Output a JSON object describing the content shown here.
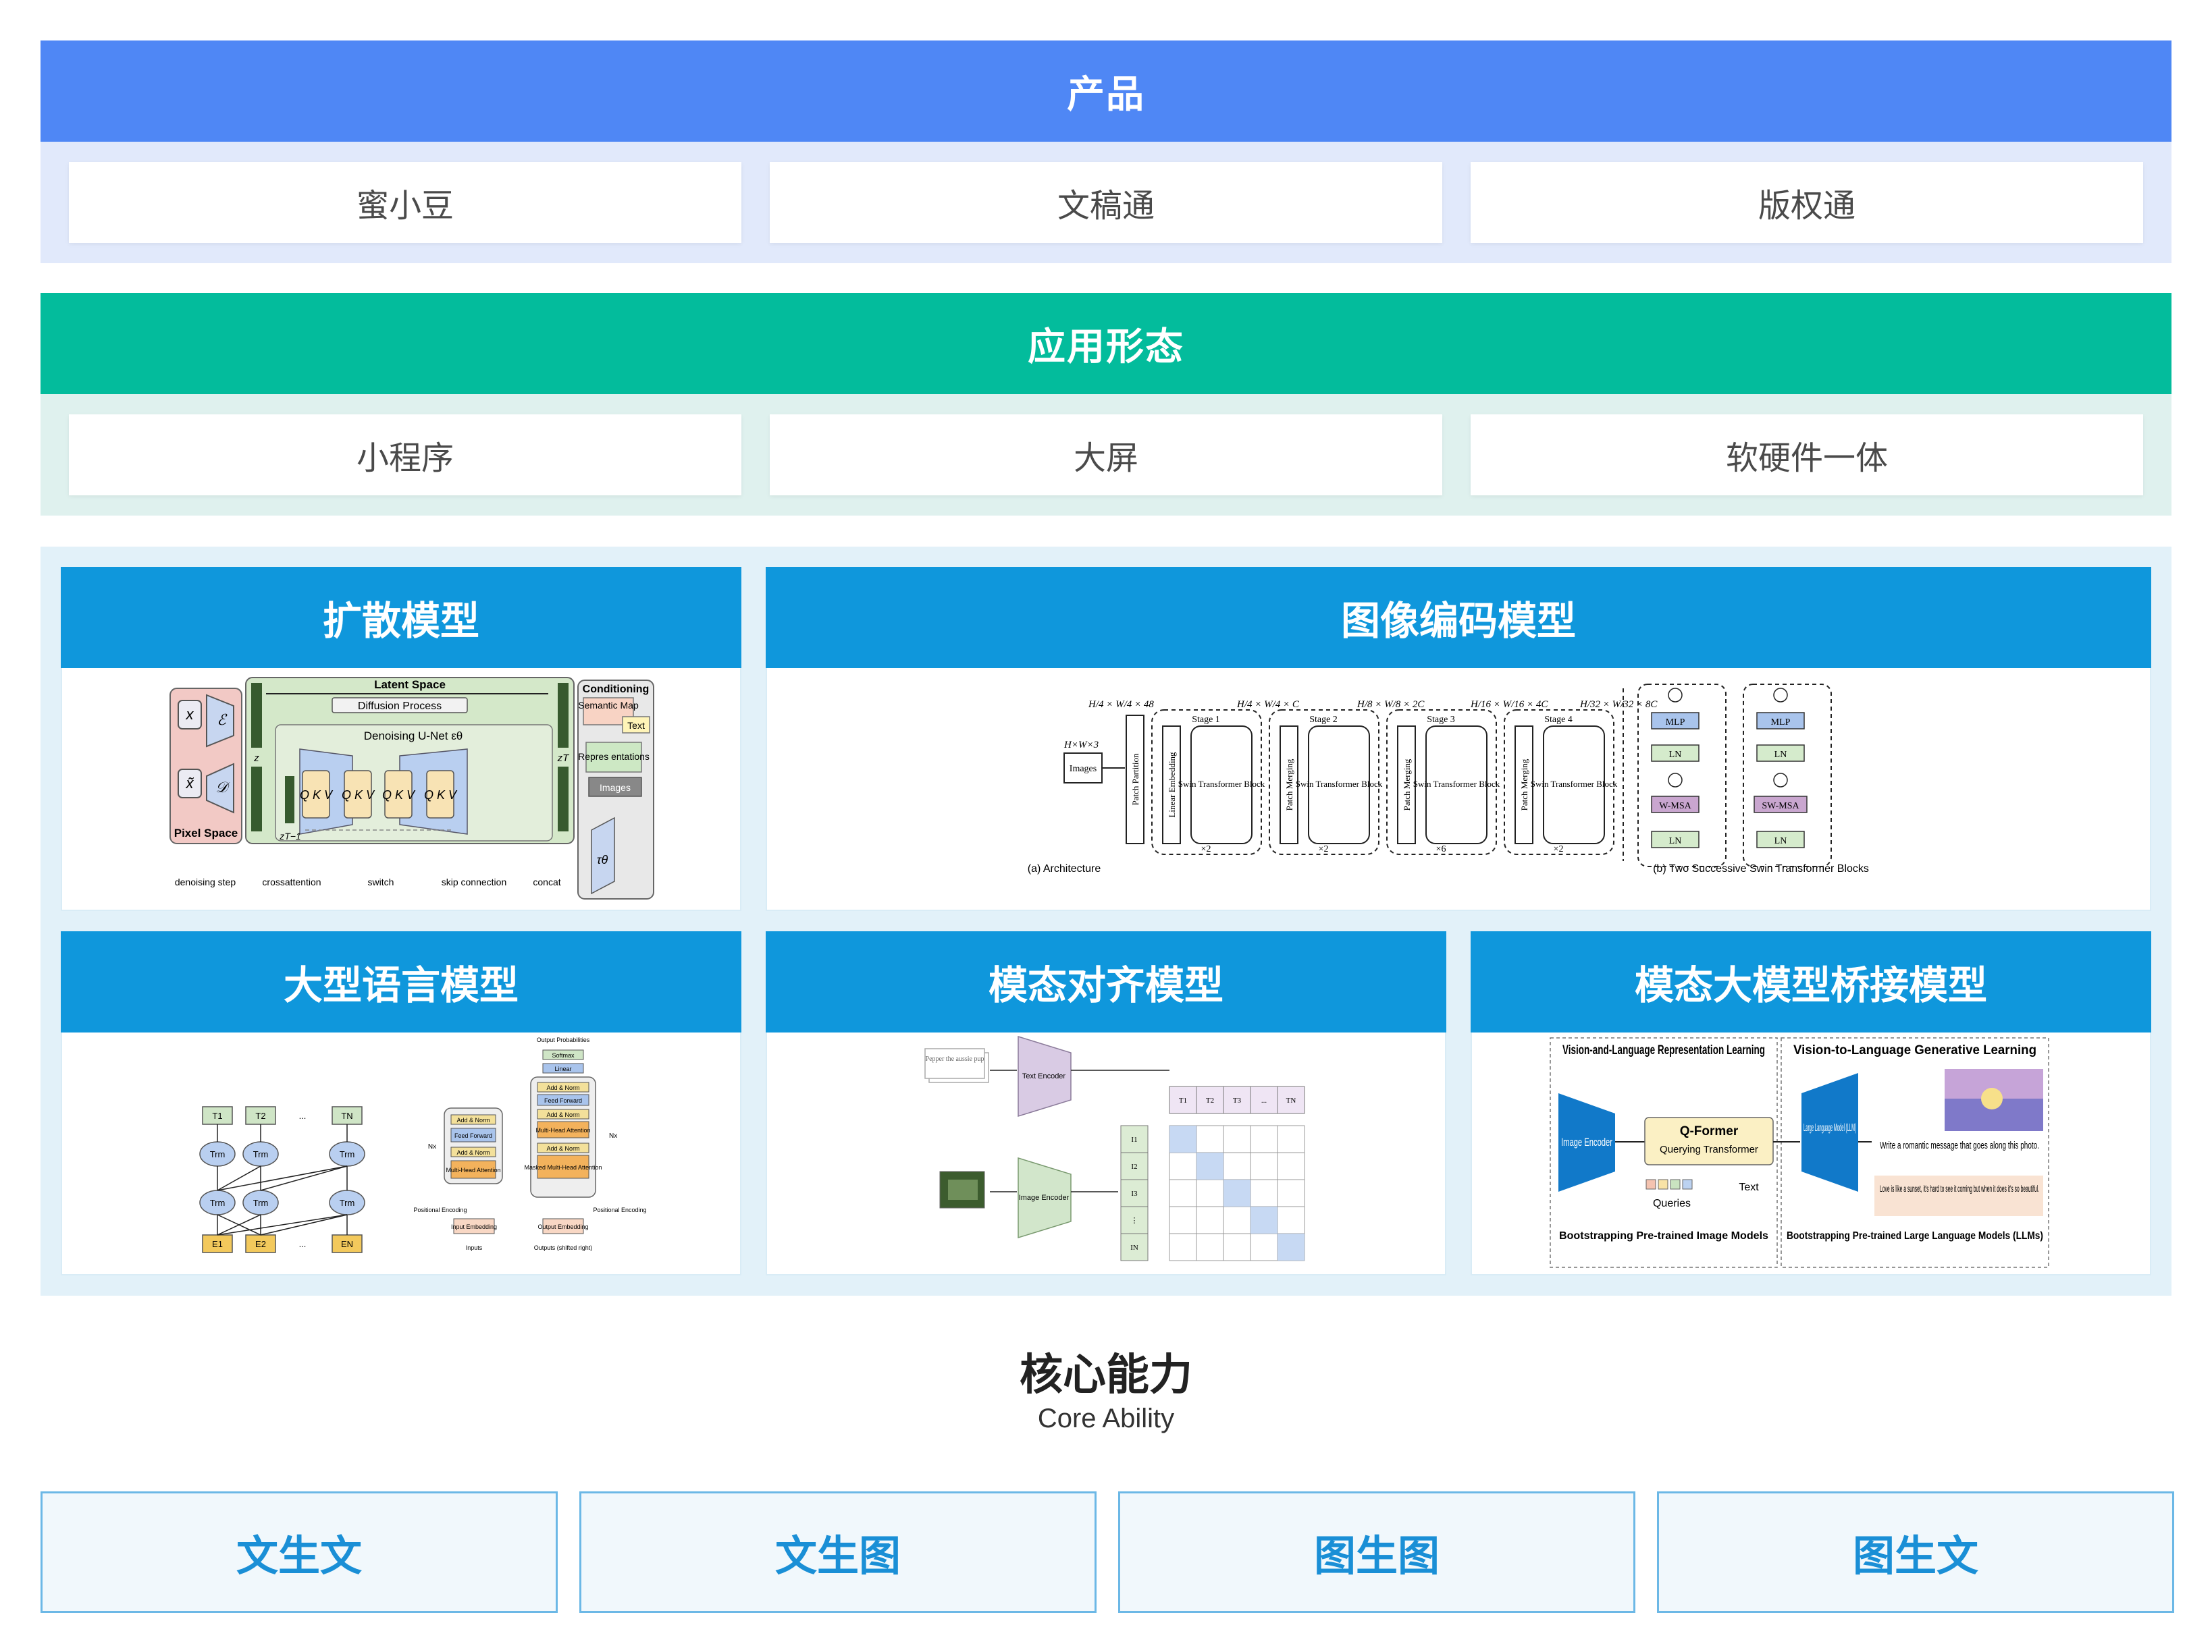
{
  "product": {
    "title": "产品",
    "items": [
      "蜜小豆",
      "文稿通",
      "版权通"
    ]
  },
  "app_forms": {
    "title": "应用形态",
    "items": [
      "小程序",
      "大屏",
      "软硬件一体"
    ]
  },
  "models": [
    {
      "title": "扩散模型"
    },
    {
      "title": "图像编码模型"
    },
    {
      "title": "大型语言模型"
    },
    {
      "title": "模态对齐模型"
    },
    {
      "title": "模态大模型桥接模型"
    }
  ],
  "diffusion_fig": {
    "latent_space": "Latent Space",
    "diffusion_process": "Diffusion Process",
    "denoising_unet": "Denoising U-Net εθ",
    "pixel_space": "Pixel Space",
    "conditioning": "Conditioning",
    "cond_items": [
      "Semantic Map",
      "Text",
      "Repres entations",
      "Images"
    ],
    "legend": [
      "denoising step",
      "crossattention",
      "switch",
      "skip connection",
      "concat"
    ],
    "x": "x",
    "x_tilde": "x̃",
    "E": "ℰ",
    "D": "𝒟",
    "z": "z",
    "zT": "zT",
    "zT1": "zT−1",
    "tau": "τθ",
    "qkv": "Q K V"
  },
  "swin_fig": {
    "input_dim": "H×W×3",
    "images": "Images",
    "patch_partition": "Patch Partition",
    "linear_embedding": "Linear Embedding",
    "patch_merging": "Patch Merging",
    "swin_block": "Swin Transformer Block",
    "stages": [
      "Stage 1",
      "Stage 2",
      "Stage 3",
      "Stage 4"
    ],
    "dims": [
      "H/4 × W/4 × 48",
      "H/4 × W/4 × C",
      "H/8 × W/8 × 2C",
      "H/16 × W/16 × 4C",
      "H/32 × W/32 × 8C"
    ],
    "repeats": [
      "×2",
      "×2",
      "×6",
      "×2"
    ],
    "caption_a": "(a) Architecture",
    "caption_b": "(b) Two Successive Swin Transformer Blocks",
    "mlp": "MLP",
    "ln": "LN",
    "wmsa": "W-MSA",
    "swmsa": "SW-MSA"
  },
  "llm_fig": {
    "outputs": [
      "T1",
      "T2",
      "...",
      "TN"
    ],
    "trm": "Trm",
    "inputs": [
      "E1",
      "E2",
      "...",
      "EN"
    ],
    "output_probabilities": "Output Probabilities",
    "softmax": "Softmax",
    "linear": "Linear",
    "add_norm": "Add & Norm",
    "feed_forward": "Feed Forward",
    "multi_head": "Multi-Head Attention",
    "masked_multi_head": "Masked Multi-Head Attention",
    "input_embedding": "Input Embedding",
    "output_embedding": "Output Embedding",
    "positional_encoding": "Positional Encoding",
    "inputs_label": "Inputs",
    "outputs_label": "Outputs (shifted right)",
    "nx": "Nx"
  },
  "clip_fig": {
    "text_sample": "Pepper the aussie pup",
    "text_encoder": "Text Encoder",
    "image_encoder": "Image Encoder",
    "t_labels": [
      "T1",
      "T2",
      "T3",
      "...",
      "TN"
    ],
    "i_labels": [
      "I1",
      "I2",
      "I3",
      "⋮",
      "IN"
    ]
  },
  "blip_fig": {
    "stage1": "Vision-and-Language Representation Learning",
    "stage2": "Vision-to-Language Generative Learning",
    "image_encoder": "Image Encoder",
    "qformer": "Q-Former",
    "qformer_sub": "Querying Transformer",
    "queries": "Queries",
    "text": "Text",
    "llm": "Large Language Model (LLM)",
    "prompt": "Write a romantic message that goes along this photo.",
    "answer": "Love is like a sunset, it's hard to see it coming but when it does it's so beautiful.",
    "bottom1": "Bootstrapping Pre-trained Image Models",
    "bottom2": "Bootstrapping Pre-trained Large Language Models (LLMs)"
  },
  "core": {
    "title": "核心能力",
    "subtitle": "Core Ability",
    "items": [
      "文生文",
      "文生图",
      "图生图",
      "图生文"
    ]
  },
  "colors": {
    "product": "#4f87f5",
    "app": "#03bc9c",
    "model": "#0f97dc",
    "core_text": "#1a8fd6"
  }
}
